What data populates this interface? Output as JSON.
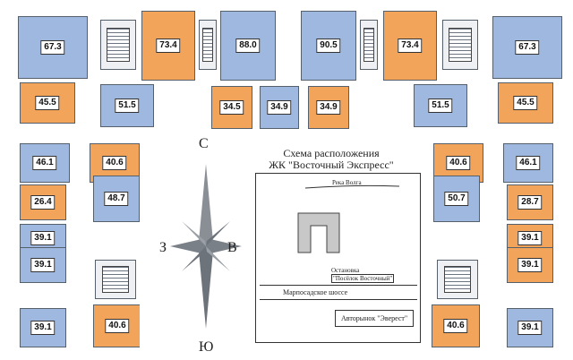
{
  "colors": {
    "blue": "#9fb8df",
    "orange": "#f2a45a",
    "outline": "#55606b"
  },
  "scheme": {
    "title_line1": "Схема расположения",
    "title_line2": "ЖК \"Восточный Экспресс\"",
    "river": "Река Волга",
    "stop_line1": "Остановка",
    "stop_line2": "\"Посёлок Восточный\"",
    "highway": "Марпосадское шоссе",
    "market": "Авторынок \"Эверест\""
  },
  "compass": {
    "north": "С",
    "south": "Ю",
    "west": "З",
    "east": "В"
  },
  "apartments": [
    {
      "area": "67.3",
      "color": "blue"
    },
    {
      "area": "73.4",
      "color": "orange"
    },
    {
      "area": "88.0",
      "color": "blue"
    },
    {
      "area": "90.5",
      "color": "blue"
    },
    {
      "area": "73.4",
      "color": "orange"
    },
    {
      "area": "67.3",
      "color": "blue"
    },
    {
      "area": "45.5",
      "color": "orange"
    },
    {
      "area": "51.5",
      "color": "blue"
    },
    {
      "area": "34.5",
      "color": "orange"
    },
    {
      "area": "34.9",
      "color": "blue"
    },
    {
      "area": "34.9",
      "color": "orange"
    },
    {
      "area": "51.5",
      "color": "blue"
    },
    {
      "area": "45.5",
      "color": "orange"
    },
    {
      "area": "46.1",
      "color": "blue"
    },
    {
      "area": "40.6",
      "color": "orange"
    },
    {
      "area": "40.6",
      "color": "orange"
    },
    {
      "area": "46.1",
      "color": "blue"
    },
    {
      "area": "26.4",
      "color": "orange"
    },
    {
      "area": "48.7",
      "color": "blue"
    },
    {
      "area": "50.7",
      "color": "blue"
    },
    {
      "area": "28.7",
      "color": "orange"
    },
    {
      "area": "39.1",
      "color": "blue"
    },
    {
      "area": "39.1",
      "color": "blue"
    },
    {
      "area": "39.1",
      "color": "orange"
    },
    {
      "area": "39.1",
      "color": "orange"
    },
    {
      "area": "39.1",
      "color": "blue"
    },
    {
      "area": "40.6",
      "color": "orange"
    },
    {
      "area": "40.6",
      "color": "orange"
    },
    {
      "area": "39.1",
      "color": "blue"
    }
  ]
}
